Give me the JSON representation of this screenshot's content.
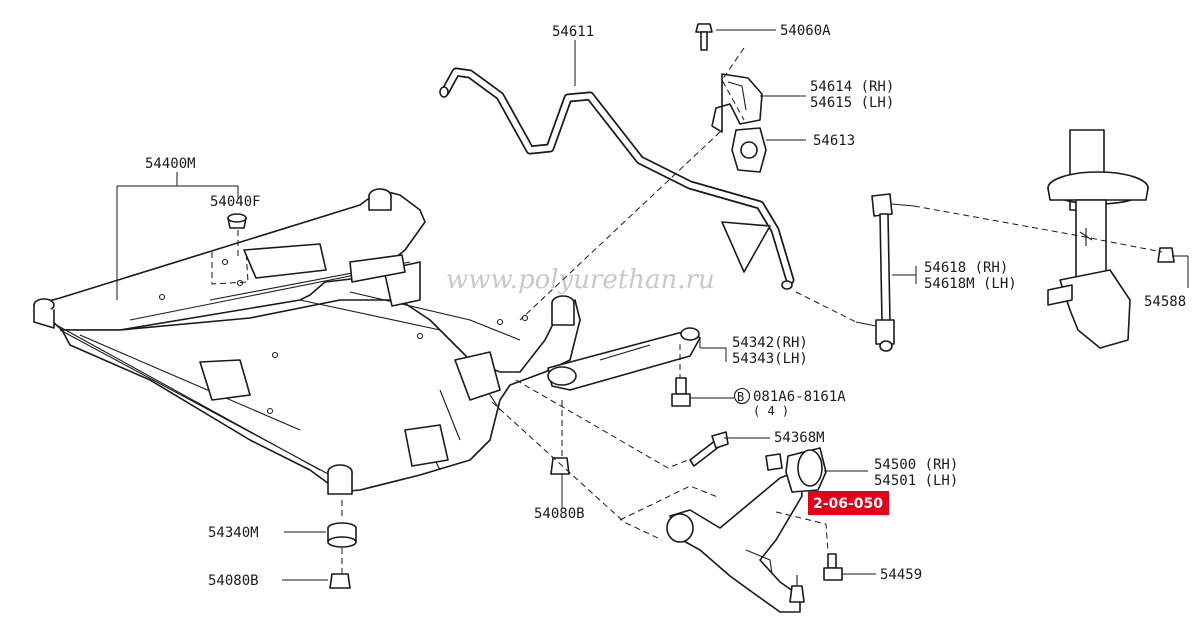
{
  "watermark": "www.polyurethan.ru",
  "badge": {
    "text": "2-06-050",
    "color": "#e3001b"
  },
  "labels": {
    "p54611": "54611",
    "p54060A": "54060A",
    "p54614": "54614 (RH)",
    "p54615": "54615 (LH)",
    "p54613": "54613",
    "p54400M": "54400M",
    "p54040F": "54040F",
    "p54618": "54618 (RH)",
    "p54618M": "54618M (LH)",
    "p54588": "54588",
    "p54342": "54342(RH)",
    "p54343": "54343(LH)",
    "bolt_code": "081A6-8161A",
    "bolt_qty": "( 4 )",
    "bolt_marker": "B",
    "p54368M": "54368M",
    "p54500": "54500 (RH)",
    "p54501": "54501 (LH)",
    "p54080B_center": "54080B",
    "p54340M": "54340M",
    "p54080B_left": "54080B",
    "p54459": "54459"
  }
}
